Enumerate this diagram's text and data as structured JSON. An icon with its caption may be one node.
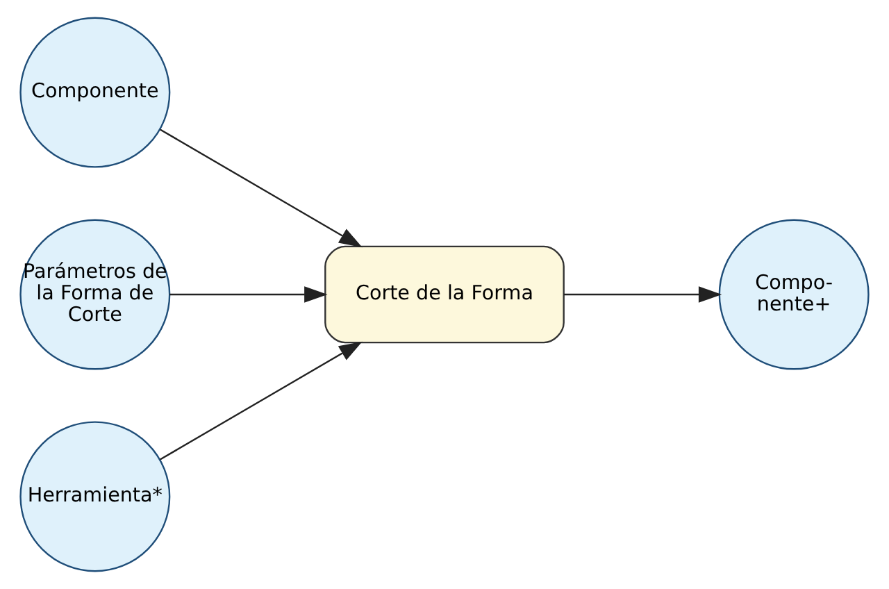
{
  "diagram": {
    "nodes": [
      {
        "text": [
          "Componente"
        ]
      },
      {
        "text": [
          "Parámetros de la Forma de Corte"
        ]
      },
      {
        "text": [
          "Herramienta*"
        ]
      },
      {
        "text": [
          "Corte de la Forma"
        ]
      },
      {
        "text": [
          "Compo- nente+"
        ]
      }
    ],
    "edges": [
      {
        "from": 0,
        "to": 3,
        "arrow": "to"
      },
      {
        "from": 1,
        "to": 3,
        "arrow": "to"
      },
      {
        "from": 2,
        "to": 3,
        "arrow": "to"
      },
      {
        "from": 3,
        "to": 4,
        "arrow": "to"
      }
    ]
  }
}
